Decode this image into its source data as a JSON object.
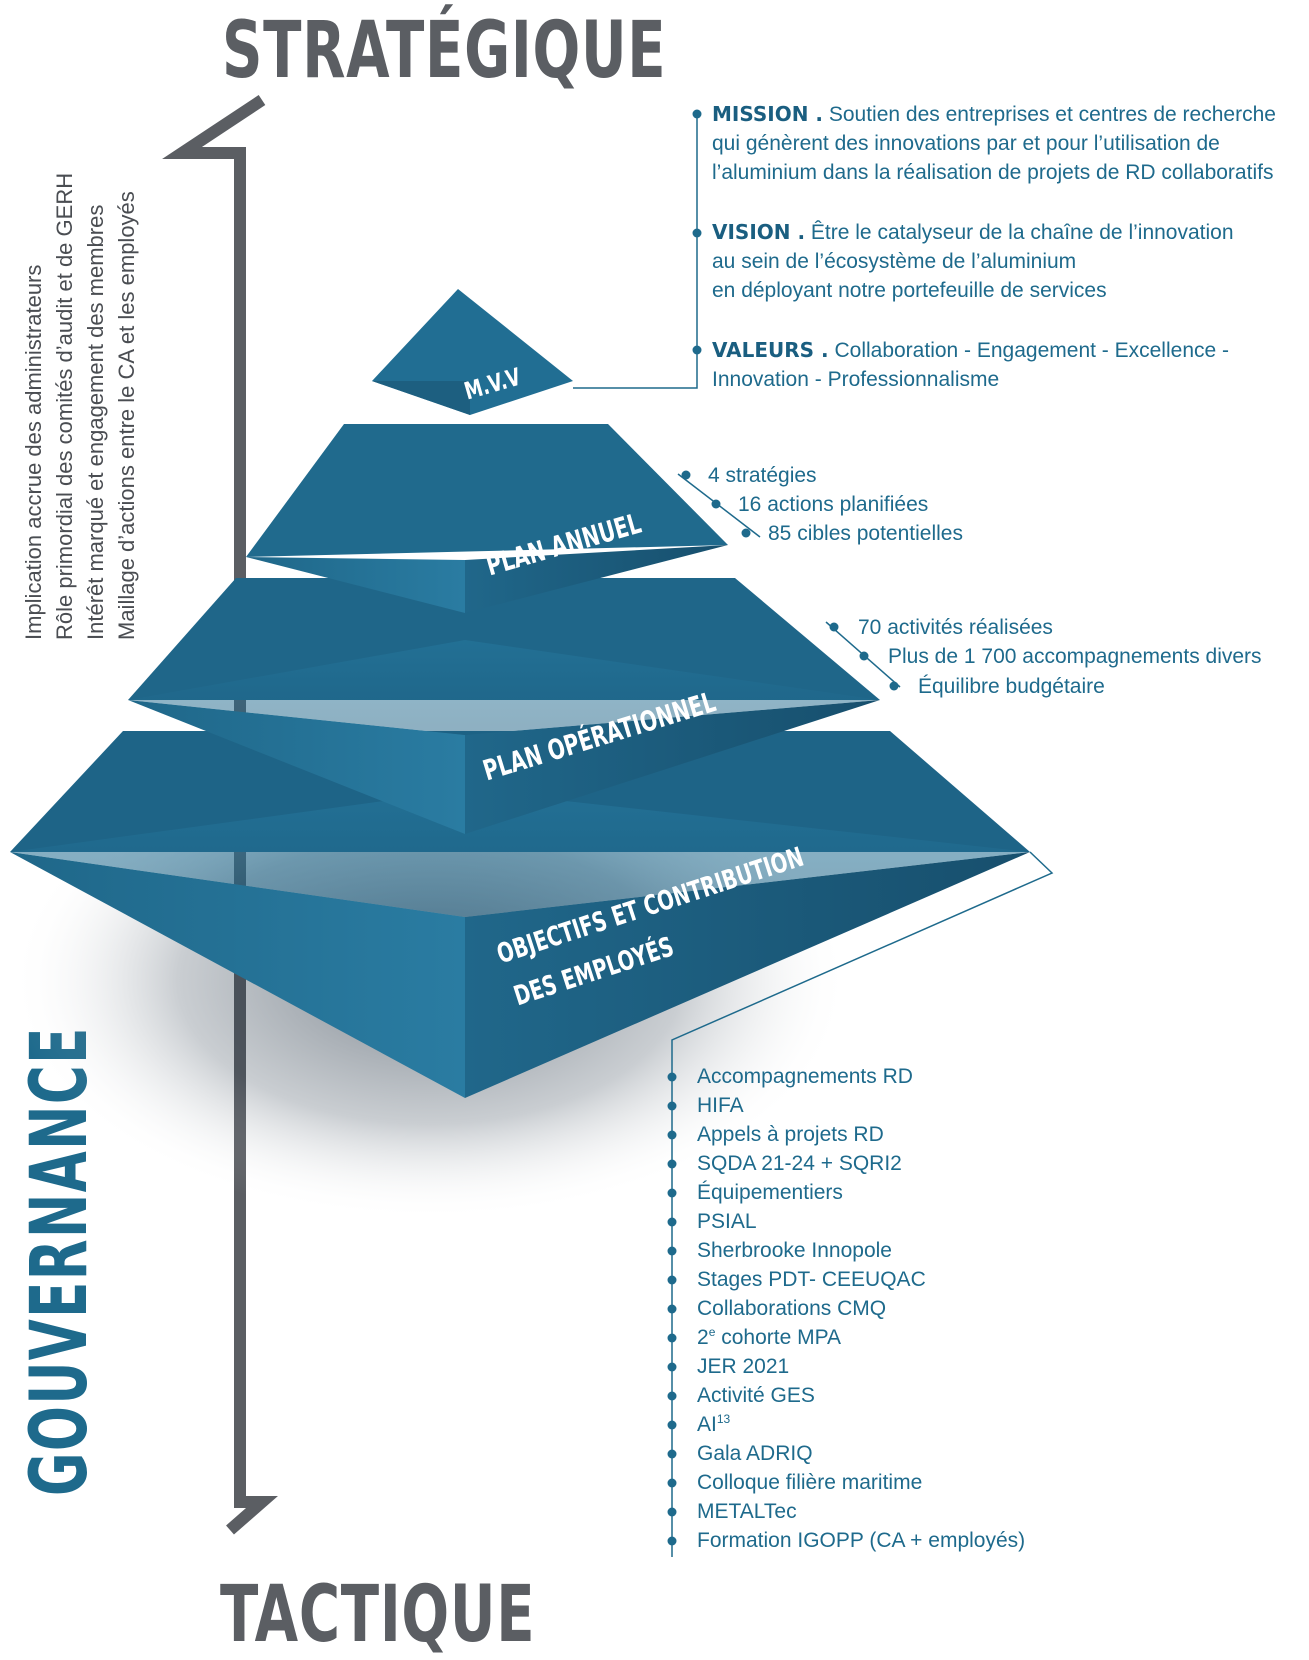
{
  "top_label": "STRATÉGIQUE",
  "bottom_label": "TACTIQUE",
  "side_label": "GOUVERNANCE",
  "governance_notes": [
    "Implication accrue des administrateurs",
    "Rôle primordial des comités d’audit et de GERH",
    "Intérêt marqué et engagement des membres",
    "Maillage d’actions entre le CA et les employés"
  ],
  "tiers": {
    "mvv": "M.V.V",
    "annual": "PLAN ANNUEL",
    "operational": "PLAN OPÉRATIONNEL",
    "objectives_line1": "OBJECTIFS ET CONTRIBUTION",
    "objectives_line2": "DES EMPLOYÉS"
  },
  "mvv_details": {
    "mission_title": "MISSION .",
    "mission_line1": "Soutien des entreprises et centres de recherche",
    "mission_line2": "qui génèrent des innovations par et pour l’utilisation de",
    "mission_line3": "l’aluminium dans la réalisation de projets de RD collaboratifs",
    "vision_title": "VISION .",
    "vision_line1": "Être le catalyseur de la chaîne de l’innovation",
    "vision_line2": "au sein de l’écosystème de l’aluminium",
    "vision_line3": "en déployant notre portefeuille de services",
    "values_title": "VALEURS .",
    "values_line1": "Collaboration - Engagement - Excellence -",
    "values_line2": "Innovation - Professionnalisme"
  },
  "annual_details": [
    "4 stratégies",
    "16 actions planifiées",
    "85 cibles potentielles"
  ],
  "operational_details": [
    "70 activités réalisées",
    "Plus de 1 700 accompagnements divers",
    "Équilibre budgétaire"
  ],
  "objectives_items": [
    "Accompagnements RD",
    "HIFA",
    "Appels à projets RD",
    "SQDA 21-24 + SQRI2",
    "Équipementiers",
    "PSIAL",
    "Sherbrooke Innopole",
    "Stages PDT- CEEUQAC",
    "Collaborations CMQ",
    "2e cohorte MPA",
    "JER 2021",
    "Activité GES",
    "AI13",
    "Gala ADRIQ",
    "Colloque filière maritime",
    "METALTec",
    "Formation IGOPP (CA + employés)"
  ],
  "colors": {
    "accent": "#1e6a8c",
    "dark": "#5b5e63",
    "pyramid": "#1f6587"
  }
}
